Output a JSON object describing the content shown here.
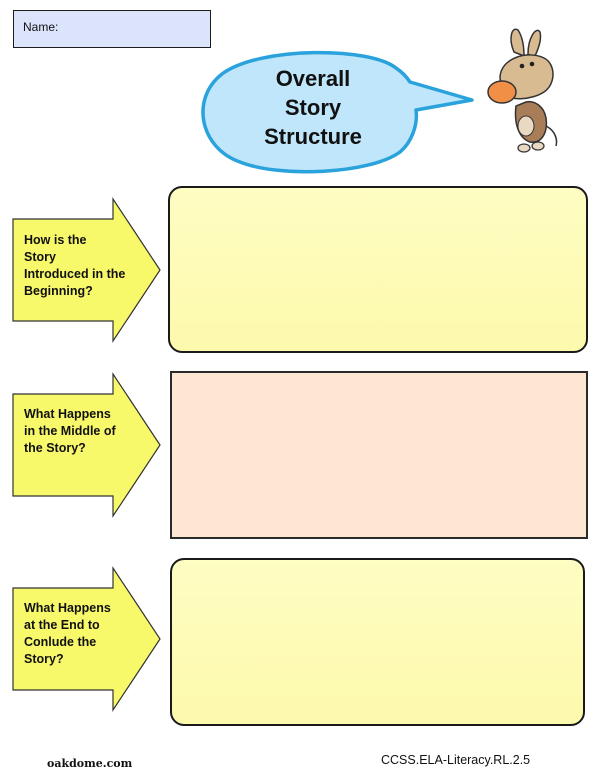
{
  "name_field": {
    "label": "Name:"
  },
  "header": {
    "title_lines": [
      "Overall",
      "Story",
      "Structure"
    ]
  },
  "mascot": {
    "icon": "cartoon-donkey-icon"
  },
  "sections": [
    {
      "prompt_lines": [
        "How is the",
        "Story",
        "Introduced in the",
        "Beginning?"
      ]
    },
    {
      "prompt_lines": [
        "What Happens",
        "in the Middle of",
        "the Story?"
      ]
    },
    {
      "prompt_lines": [
        "What Happens",
        "at the End to",
        "Conlude the",
        "Story?"
      ]
    }
  ],
  "footer": {
    "site": "oakdome.com",
    "standard": "CCSS.ELA-Literacy.RL.2.5"
  },
  "colors": {
    "name_box": "#dbe4fb",
    "bubble_fill": "#bfe6fb",
    "bubble_stroke": "#2aa2dc",
    "arrow_fill": "#f8f86b",
    "panel_yellow": "#fdf9ad",
    "panel_peach": "#fde7d3"
  }
}
